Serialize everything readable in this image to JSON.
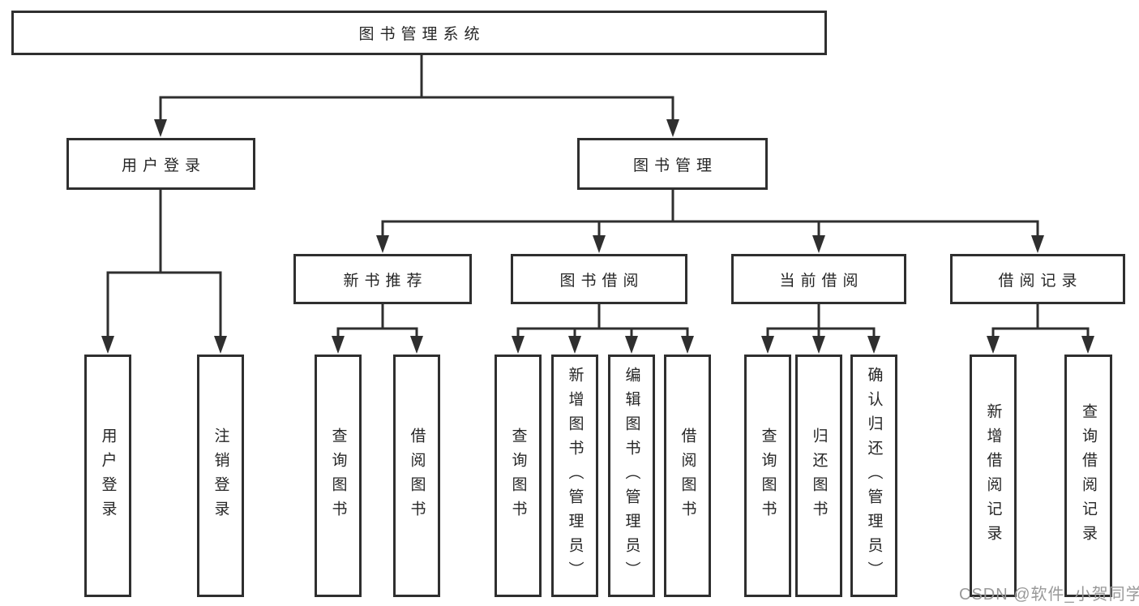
{
  "diagram": {
    "nodes": {
      "root": "图书管理系统",
      "user_login": "用户登录",
      "book_management": "图书管理",
      "new_book_recommend": "新书推荐",
      "book_borrow": "图书借阅",
      "current_borrow": "当前借阅",
      "borrow_records": "借阅记录"
    },
    "leaves": {
      "user_login": "用户登录",
      "logout": "注销登录",
      "nb_query_books": "查询图书",
      "nb_borrow_books": "借阅图书",
      "bb_query_books": "查询图书",
      "bb_add_books": "新增图书（管理员）",
      "bb_edit_books": "编辑图书（管理员）",
      "bb_borrow_books": "借阅图书",
      "cb_query_books": "查询图书",
      "cb_return_books": "归还图书",
      "cb_confirm_return": "确认归还（管理员）",
      "br_add_record": "新增借阅记录",
      "br_query_record": "查询借阅记录"
    },
    "colors": {
      "line": "#2f2f2f",
      "text": "#262626",
      "background": "#ffffff",
      "watermark": "#999999"
    }
  },
  "watermark": "CSDN @软件_小贺同学"
}
